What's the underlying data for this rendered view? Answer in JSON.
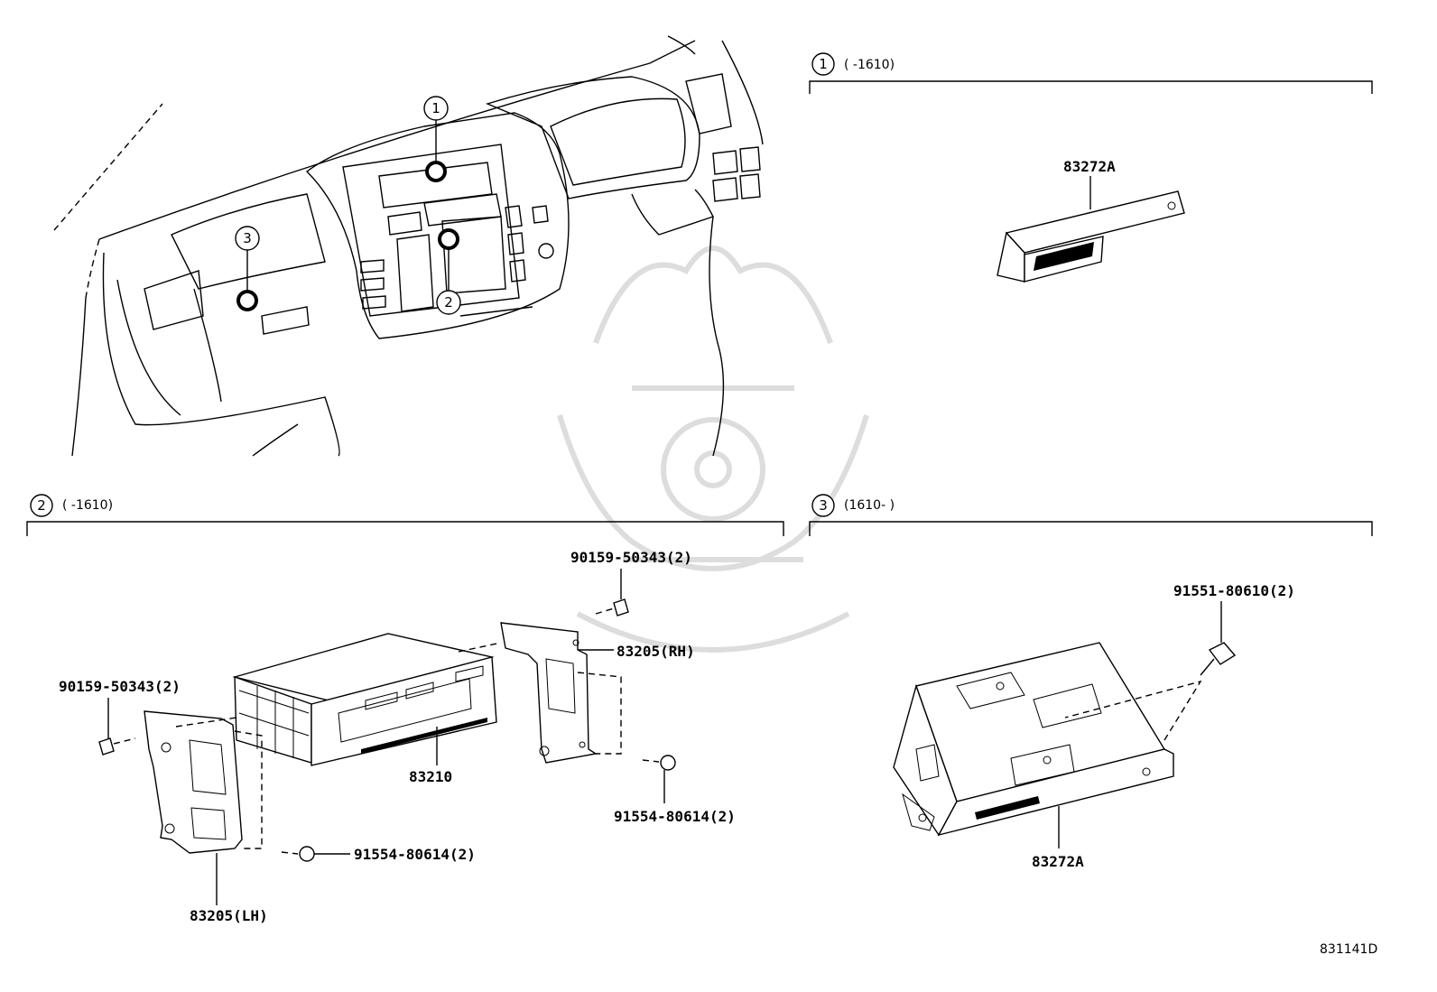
{
  "diagram_code": "831141D",
  "sections": [
    {
      "number": "1",
      "date_range": "(          -1610)"
    },
    {
      "number": "2",
      "date_range": "(          -1610)"
    },
    {
      "number": "3",
      "date_range": "(1610-        )"
    }
  ],
  "callouts": [
    "1",
    "2",
    "3"
  ],
  "parts": {
    "sec1_main": "83272A",
    "sec2_unit": "83210",
    "sec2_bracket_rh": "83205(RH)",
    "sec2_bracket_lh": "83205(LH)",
    "sec2_screw_top": "90159-50343(2)",
    "sec2_screw_left": "90159-50343(2)",
    "sec2_bolt_right": "91554-80614(2)",
    "sec2_bolt_left": "91554-80614(2)",
    "sec3_main": "83272A",
    "sec3_bolt": "91551-80610(2)"
  }
}
